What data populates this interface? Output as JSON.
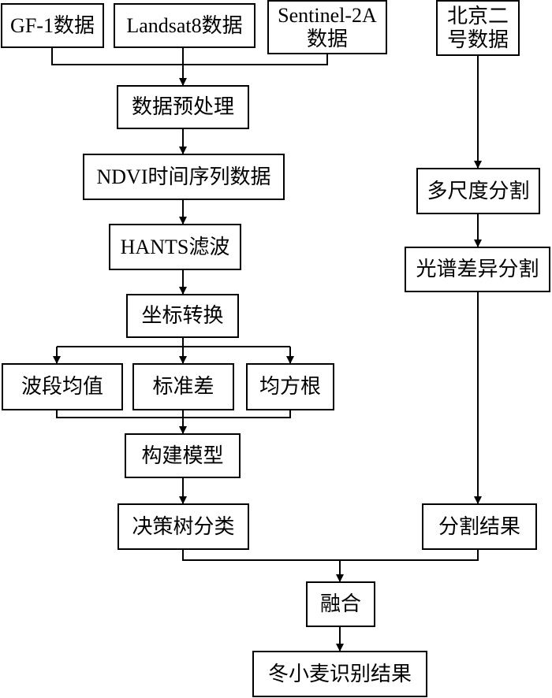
{
  "nodes": {
    "gf1": "GF-1数据",
    "landsat": "Landsat8数据",
    "sentinel": "Sentinel-2A\n数据",
    "bj2": "北京二\n号数据",
    "preprocess": "数据预处理",
    "ndvi": "NDVI时间序列数据",
    "hants": "HANTS滤波",
    "coord": "坐标转换",
    "band_mean": "波段均值",
    "std": "标准差",
    "rms": "均方根",
    "model": "构建模型",
    "dtree": "决策树分类",
    "multiscale": "多尺度分割",
    "spectral": "光谱差异分割",
    "seg_result": "分割结果",
    "fusion": "融合",
    "result": "冬小麦识别结果"
  }
}
